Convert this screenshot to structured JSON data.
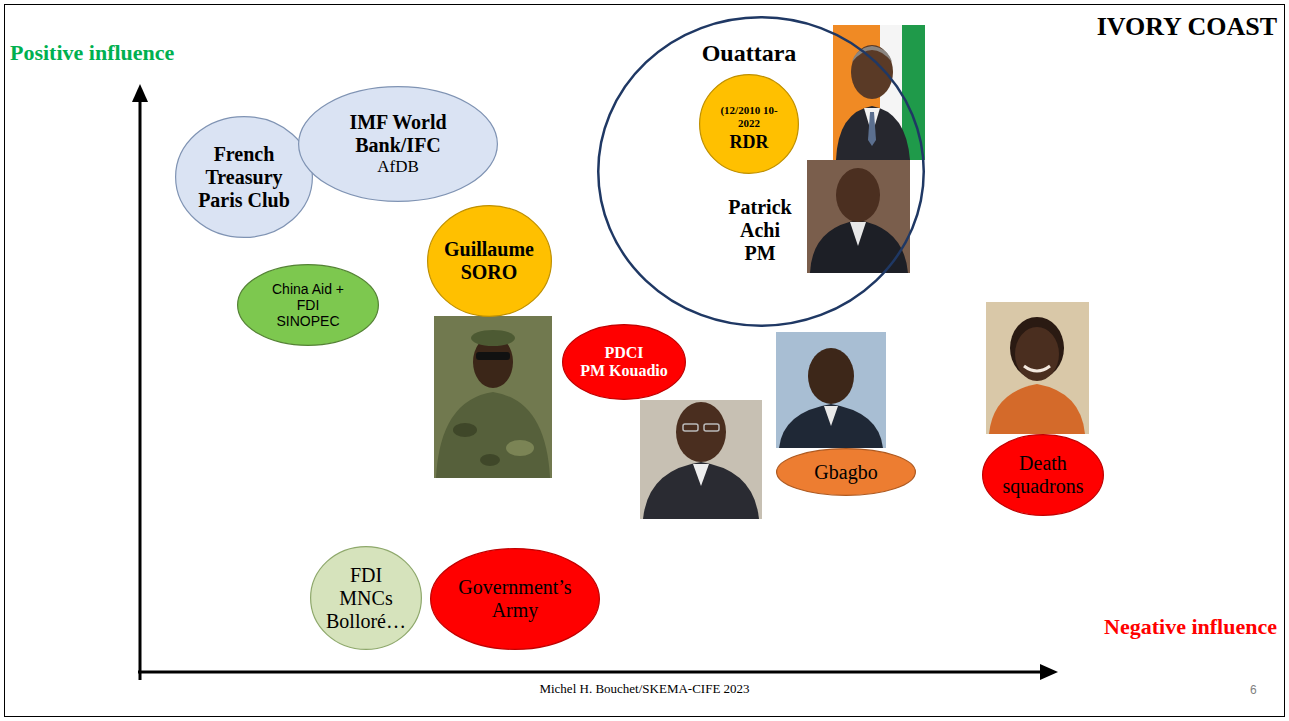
{
  "diagram": {
    "title": "IVORY COAST",
    "caption": "Michel H. Bouchet/SKEMA-CIFE 2023",
    "nodes": [
      {
        "text": [
          "French Treasury Paris Club"
        ]
      },
      {
        "text": [
          "IMF World Bank/IFC",
          "AfDB"
        ]
      },
      {
        "text": [
          "Patrick Achi PM"
        ]
      },
      {
        "text": [
          "Ouattara",
          "(12/2010 10-2022",
          "RDR"
        ],
        "in": 2
      },
      {
        "text": [
          "Guillaume SORO"
        ]
      },
      {
        "text": [
          "China Aid + FDI SINOPEC"
        ]
      },
      {
        "text": [
          "PDCI",
          "PM Kouadio"
        ]
      },
      {
        "text": [
          "Gbagbo"
        ]
      },
      {
        "text": [
          "Death squadrons"
        ]
      },
      {
        "text": [
          "FDI MNCs Bolloré…"
        ]
      },
      {
        "text": [
          "Government’s Army"
        ]
      }
    ],
    "labels": [
      "Positive influence",
      "Negative influence",
      "6"
    ]
  }
}
